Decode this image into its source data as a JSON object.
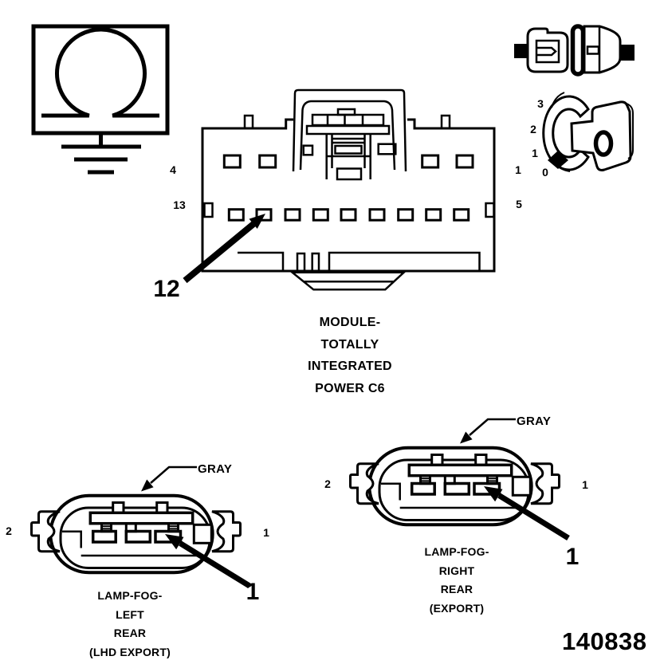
{
  "figure": {
    "id_number": "140838",
    "ink_color": "#000000",
    "paper_color": "#ffffff",
    "tipm": {
      "caption": [
        "MODULE-",
        "TOTALLY",
        "INTEGRATED",
        "POWER C6"
      ],
      "pins": {
        "row1_left": "4",
        "row2_left": "13",
        "row1_right": "1",
        "row2_right": "5"
      },
      "callout": "12"
    },
    "clocking_indicator": {
      "ticks": [
        "3",
        "2",
        "1",
        "0"
      ]
    },
    "fog_left": {
      "wire_color": "GRAY",
      "pin_left": "2",
      "pin_right": "1",
      "callout": "1",
      "caption": [
        "LAMP-FOG-",
        "LEFT",
        "REAR",
        "(LHD EXPORT)"
      ]
    },
    "fog_right": {
      "wire_color": "GRAY",
      "pin_left": "2",
      "pin_right": "1",
      "callout": "1",
      "caption": [
        "LAMP-FOG-",
        "RIGHT",
        "REAR",
        "(EXPORT)"
      ]
    }
  }
}
